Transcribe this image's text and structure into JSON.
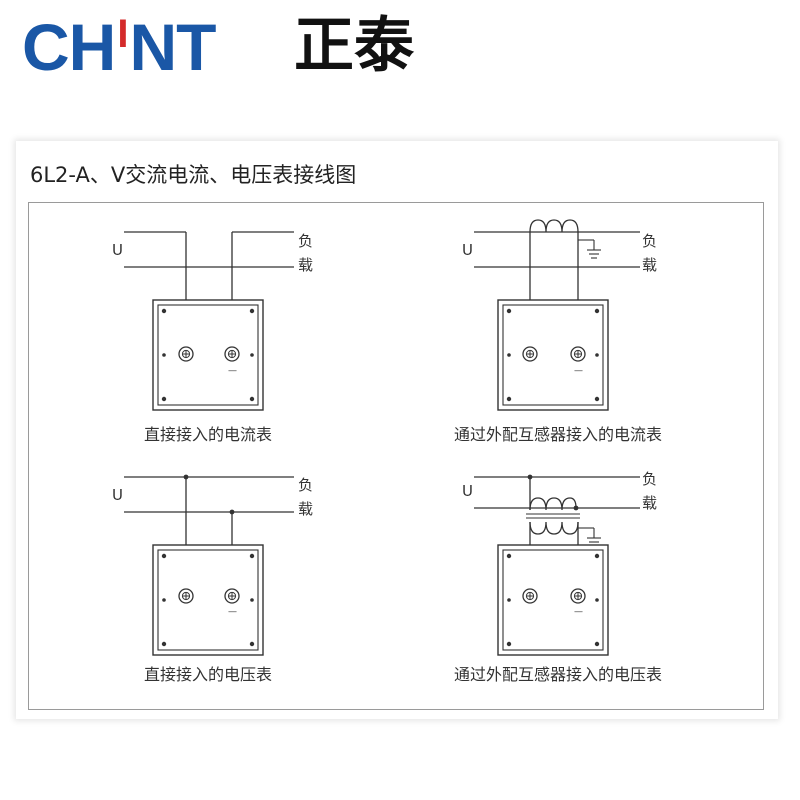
{
  "logo": {
    "latin": [
      "C",
      "H",
      "I",
      "N",
      "T"
    ],
    "cjk": "正泰",
    "colors": {
      "primary": "#1a57a6",
      "accent": "#d42b2b",
      "dark": "#111111"
    }
  },
  "title": "6L2-A、V交流电流、电压表接线图",
  "line_label": "U",
  "load_labels": [
    "负",
    "载"
  ],
  "meter_minus": "—",
  "captions": {
    "ammeter_direct": "直接接入的电流表",
    "ammeter_ct": "通过外配互感器接入的电流表",
    "voltmeter_direct": "直接接入的电压表",
    "voltmeter_pt": "通过外配互感器接入的电压表"
  },
  "colors": {
    "line": "#333333",
    "frame": "#9a9a9a",
    "text": "#222222"
  }
}
